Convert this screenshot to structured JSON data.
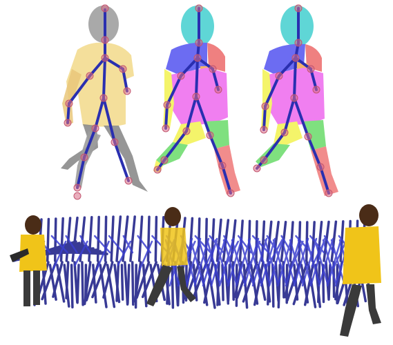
{
  "colors": {
    "background": "#ffffff",
    "silhouette_gray": "#8e8e8e",
    "shirt_yellow": "#f2d98a",
    "skeleton_blue": "#2a2fb0",
    "joint_pink": "#d96b86",
    "seg_cyan": "#5fd6d6",
    "seg_magenta": "#f07ff0",
    "seg_blue": "#6c6cf2",
    "seg_yellow": "#f4f46a",
    "seg_green": "#7fe07f",
    "seg_red": "#ef8080",
    "seg_orange": "#f2b46a",
    "trail_navy": "#23258a",
    "child_shirt": "#f0c419",
    "child_hair": "#4a2c17",
    "child_pants": "#3a3a3a"
  },
  "figures": {
    "top": [
      "silhouette-with-skeleton",
      "part-segmentation-with-skeleton",
      "part-segmentation-refined-with-skeleton"
    ],
    "bottom": "motion-sequence-skeleton-trail"
  }
}
